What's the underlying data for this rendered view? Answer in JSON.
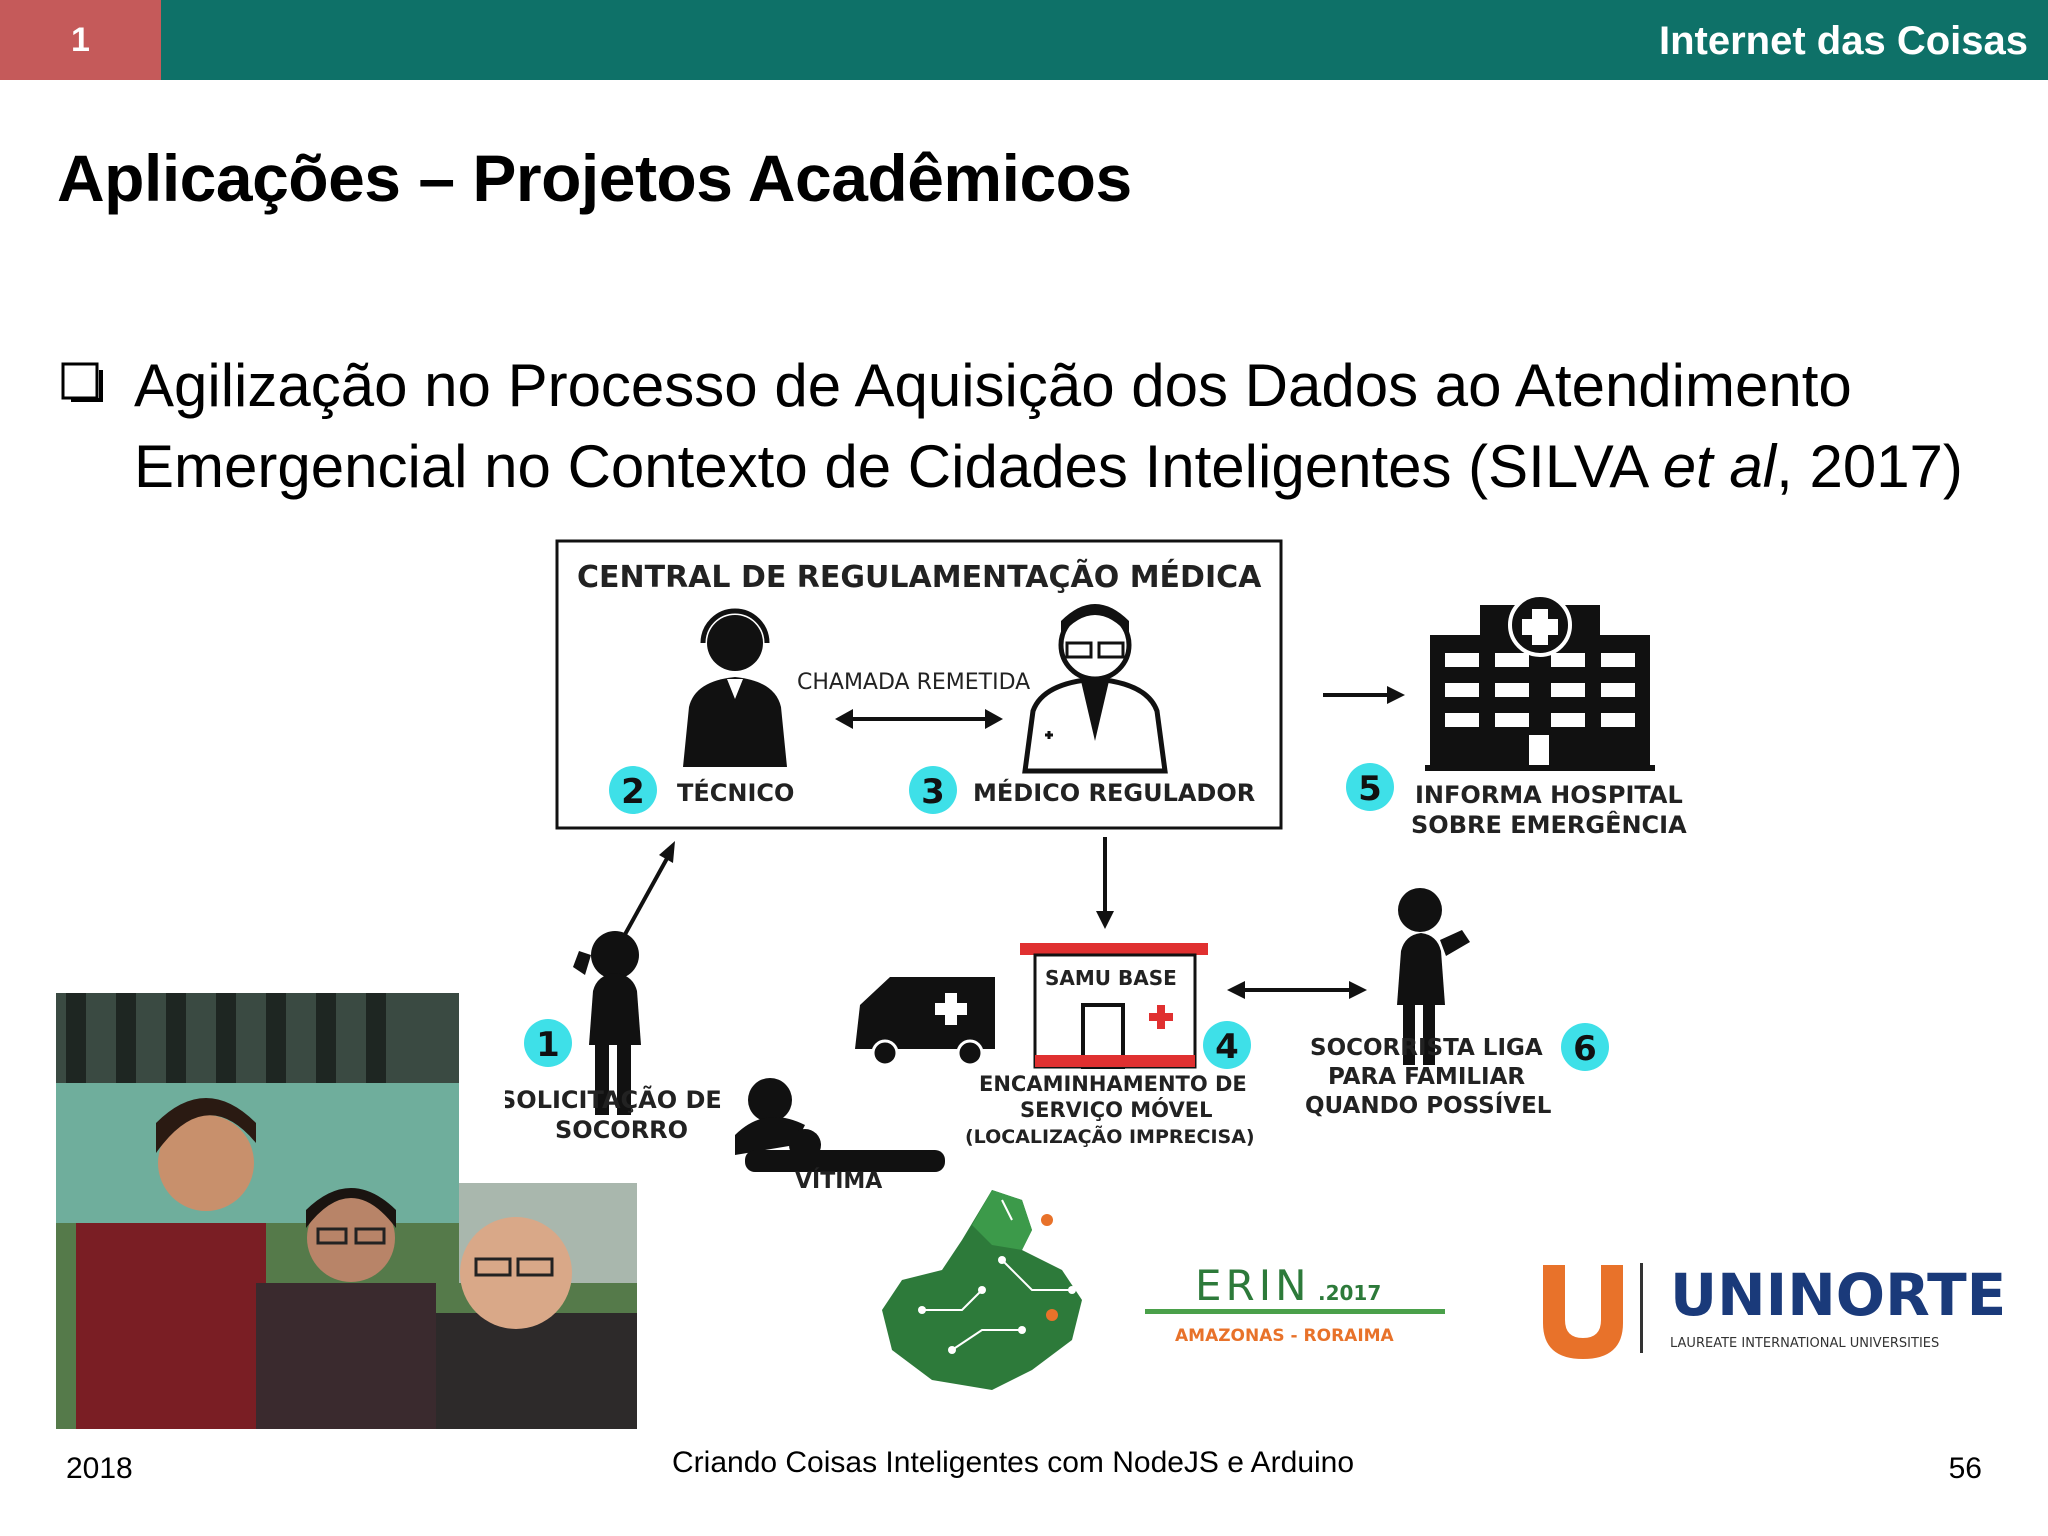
{
  "header": {
    "slide_number": "1",
    "course_title": "Internet das Coisas"
  },
  "slide": {
    "title": "Aplicações – Projetos Acadêmicos",
    "bullet_main": "Agilização no Processo de Aquisição dos Dados ao Atendimento Emergencial no Contexto de Cidades Inteligentes (SILVA ",
    "bullet_italic": "et al",
    "bullet_end": ", 2017)"
  },
  "diagram": {
    "central_title": "CENTRAL DE REGULAMENTAÇÃO MÉDICA",
    "call_label": "CHAMADA REMETIDA",
    "step2_num": "2",
    "step2_label": "TÉCNICO",
    "step3_num": "3",
    "step3_label": "MÉDICO REGULADOR",
    "step5_num": "5",
    "step5_line1": "INFORMA HOSPITAL",
    "step5_line2": "SOBRE EMERGÊNCIA",
    "step1_num": "1",
    "step1_line1": "SOLICITAÇÃO DE",
    "step1_line2": "SOCORRO",
    "victim_label": "VÍTIMA",
    "samu_label": "SAMU BASE",
    "step4_num": "4",
    "step4_line1": "ENCAMINHAMENTO DE",
    "step4_line2": "SERVIÇO MÓVEL",
    "step4_line3": "(LOCALIZAÇÃO IMPRECISA)",
    "step6_num": "6",
    "step6_line1": "SOCORRISTA LIGA",
    "step6_line2": "PARA FAMILIAR",
    "step6_line3": "QUANDO POSSÍVEL"
  },
  "logos": {
    "erin_main": "ERIN",
    "erin_year": ".2017",
    "erin_sub": "AMAZONAS - RORAIMA",
    "uninorte_main": "UNINORTE",
    "uninorte_sub": "LAUREATE INTERNATIONAL UNIVERSITIES"
  },
  "footer": {
    "year": "2018",
    "center": "Criando Coisas Inteligentes com NodeJS e Arduino",
    "page": "56"
  },
  "colors": {
    "header_bar": "#0e7168",
    "slide_number_bg": "#c55a5a",
    "step_circle": "#3ee0e8",
    "erin_green": "#2d7a3a",
    "uninorte_orange": "#e8722a",
    "uninorte_blue": "#1a3a7a"
  }
}
